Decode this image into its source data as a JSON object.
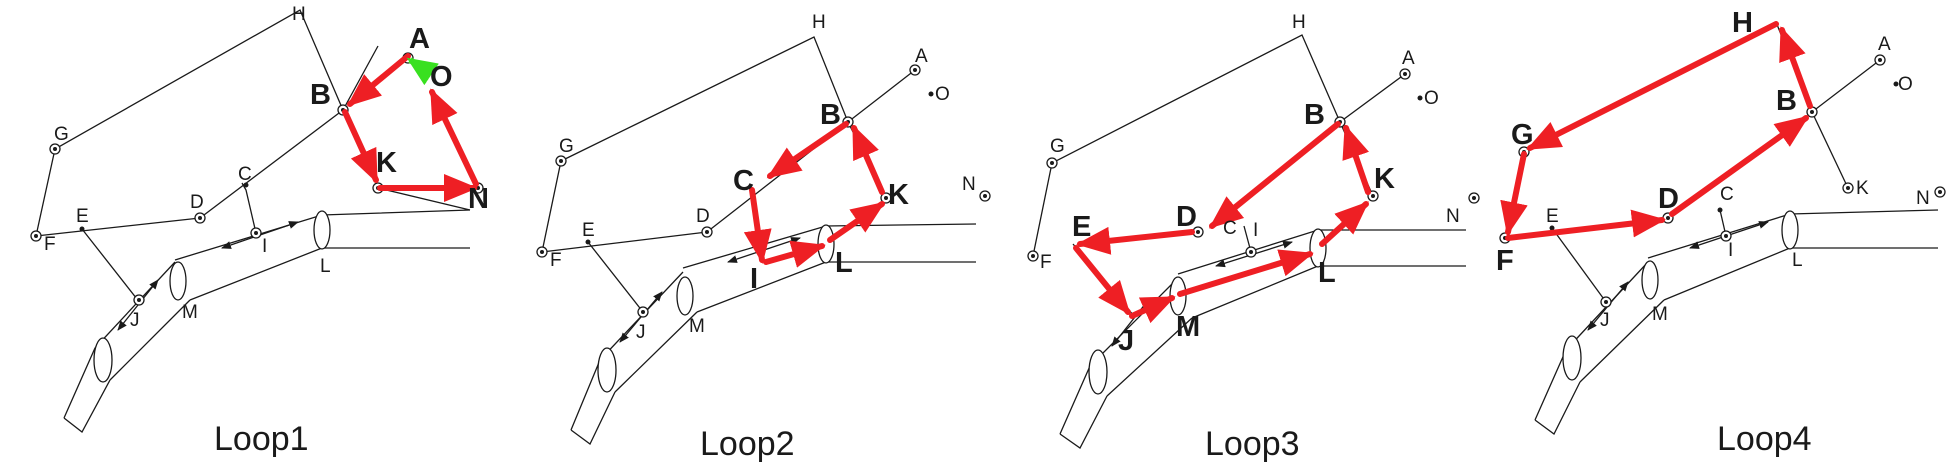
{
  "colors": {
    "loop_arrow": "#ee1f24",
    "start_arrow": "#39e020",
    "line": "#1a1a1a"
  },
  "panels": [
    {
      "title": "Loop1",
      "labels": [
        "H",
        "G",
        "F",
        "E",
        "D",
        "C",
        "I",
        "J",
        "M",
        "L",
        "A",
        "B",
        "O",
        "K",
        "N"
      ],
      "path_nodes": [
        "A",
        "B",
        "K",
        "N",
        "O",
        "A"
      ]
    },
    {
      "title": "Loop2",
      "labels": [
        "H",
        "G",
        "F",
        "E",
        "D",
        "J",
        "M",
        "A",
        "O",
        "N",
        "B",
        "C",
        "I",
        "L",
        "K"
      ],
      "path_nodes": [
        "B",
        "C",
        "I",
        "L",
        "K",
        "B"
      ]
    },
    {
      "title": "Loop3",
      "labels": [
        "H",
        "G",
        "F",
        "A",
        "O",
        "N",
        "B",
        "K",
        "D",
        "C",
        "I",
        "E",
        "J",
        "M",
        "L"
      ],
      "path_nodes": [
        "B",
        "D",
        "E",
        "J",
        "M",
        "L",
        "K",
        "B"
      ]
    },
    {
      "title": "Loop4",
      "labels": [
        "A",
        "O",
        "N",
        "K",
        "C",
        "I",
        "L",
        "J",
        "M",
        "E",
        "H",
        "G",
        "F",
        "D",
        "B"
      ],
      "path_nodes": [
        "H",
        "G",
        "F",
        "D",
        "B",
        "H"
      ]
    }
  ]
}
